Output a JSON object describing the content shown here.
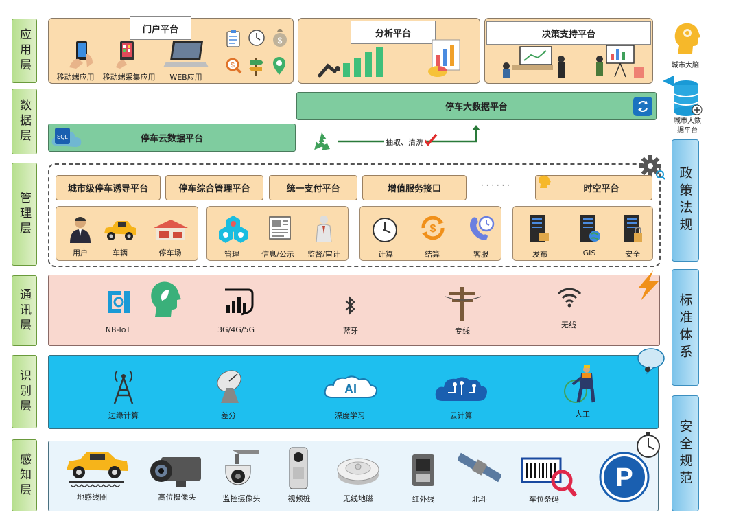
{
  "layers": {
    "app": "应用层",
    "data": "数据层",
    "mgmt": "管理层",
    "comm": "通讯层",
    "recog": "识别层",
    "sense": "感知层"
  },
  "side": {
    "policy": "政策法规",
    "standard": "标准体系",
    "security": "安全规范",
    "city_brain": "城市大脑",
    "city_bigdata": "城市大数据平台"
  },
  "app_layer": {
    "portal_title": "门户平台",
    "portal_items": [
      "移动端应用",
      "移动端采集应用",
      "WEB应用"
    ],
    "analysis_title": "分析平台",
    "decision_title": "决策支持平台"
  },
  "data_layer": {
    "bigdata": "停车大数据平台",
    "cloud": "停车云数据平台",
    "flow_label": "抽取、清洗",
    "sql_tag": "SQL"
  },
  "mgmt_layer": {
    "platforms": [
      "城市级停车诱导平台",
      "停车综合管理平台",
      "统一支付平台",
      "增值服务接口",
      "· · · · · ·",
      "时空平台"
    ],
    "group1": [
      "用户",
      "车辆",
      "停车场"
    ],
    "group2": [
      "管理",
      "信息/公示",
      "监督/审计"
    ],
    "group3": [
      "计算",
      "结算",
      "客服"
    ],
    "group4": [
      "发布",
      "GIS",
      "安全"
    ]
  },
  "comm_layer": {
    "items": [
      "NB-IoT",
      "3G/4G/5G",
      "蓝牙",
      "专线",
      "无线"
    ]
  },
  "recog_layer": {
    "items": [
      "边缘计算",
      "差分",
      "深度学习",
      "云计算",
      "人工"
    ],
    "ai_text": "AI"
  },
  "sense_layer": {
    "items": [
      "地感线圈",
      "高位摄像头",
      "监控摄像头",
      "视频桩",
      "无线地磁",
      "红外线",
      "北斗",
      "车位条码"
    ],
    "parking_letter": "P"
  },
  "colors": {
    "layer_green": "#b6df8e",
    "side_blue": "#7cc3ea",
    "panel_tan": "#fbdcae",
    "data_green": "#7fcc9f",
    "comm_pink": "#f9d8cf",
    "recog_blue": "#1ebfef",
    "icon_blue": "#1a9ad6"
  }
}
